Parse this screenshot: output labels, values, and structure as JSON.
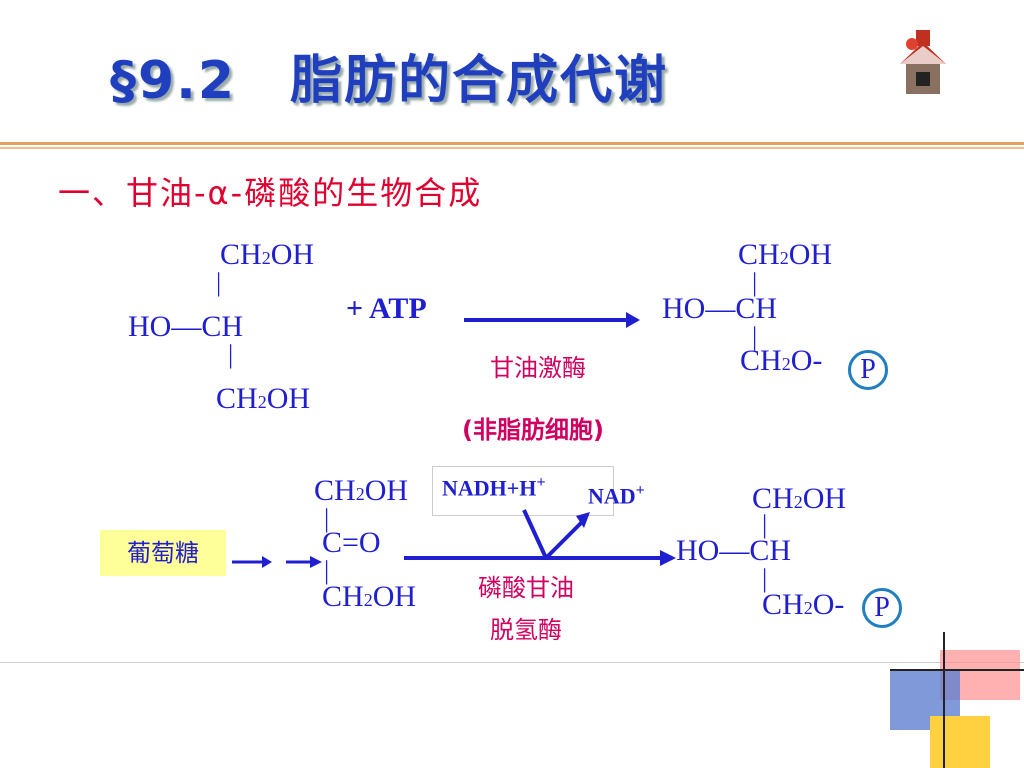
{
  "title": "§9.2　脂肪的合成代谢",
  "subtitle": "一、甘油-α-磷酸的生物合成",
  "reaction1": {
    "substrate": {
      "top": "CH2OH",
      "mid": "HO—CH",
      "bottom": "CH2OH"
    },
    "cofactor": "+ ATP",
    "enzyme": "甘油激酶",
    "note": "(非脂肪细胞)",
    "product": {
      "top": "CH2OH",
      "mid": "HO—CH",
      "bottom": "CH2O-",
      "phosphate": "P"
    }
  },
  "reaction2": {
    "start": "葡萄糖",
    "intermediate": {
      "top": "CH2OH",
      "mid": "C=O",
      "bottom": "CH2OH"
    },
    "cofactor_in": "NADH+H",
    "cofactor_out": "NAD",
    "enzyme_line1": "磷酸甘油",
    "enzyme_line2": "脱氢酶",
    "product": {
      "top": "CH2OH",
      "mid": "HO—CH",
      "bottom": "CH2O-",
      "phosphate": "P"
    }
  },
  "colors": {
    "title": "#1f3fbf",
    "subtitle": "#e00030",
    "formula": "#1f1fd0",
    "enzyme": "#d00060",
    "highlight": "#ffff99"
  }
}
